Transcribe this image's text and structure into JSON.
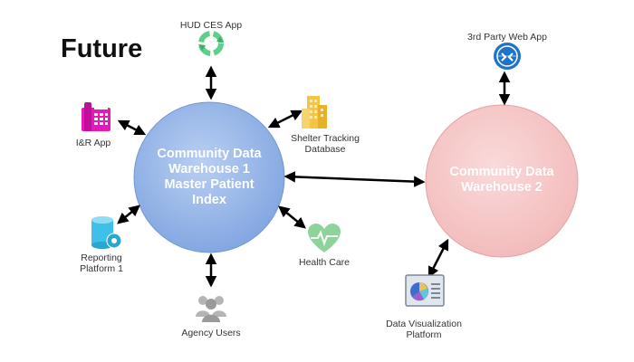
{
  "title": "Future",
  "hubs": {
    "cdw1": {
      "label": "Community Data\nWarehouse 1\nMaster Patient\nIndex",
      "color": "#8fb2e8"
    },
    "cdw2": {
      "label": "Community Data\nWarehouse 2",
      "color": "#f5c8c8"
    }
  },
  "nodes": {
    "hud_ces": {
      "label": "HUD CES App",
      "icon": "recycle-arrows-icon"
    },
    "ir_app": {
      "label": "I&R App",
      "icon": "phone-fax-icon"
    },
    "shelter": {
      "label": "Shelter Tracking\nDatabase",
      "icon": "buildings-icon"
    },
    "reporting": {
      "label": "Reporting\nPlatform 1",
      "icon": "database-gear-icon"
    },
    "health": {
      "label": "Health Care",
      "icon": "heart-pulse-icon"
    },
    "agency": {
      "label": "Agency Users",
      "icon": "users-icon"
    },
    "third_party": {
      "label": "3rd Party Web App",
      "icon": "web-app-icon"
    },
    "dataviz": {
      "label": "Data Visualization\nPlatform",
      "icon": "dashboard-icon"
    }
  }
}
